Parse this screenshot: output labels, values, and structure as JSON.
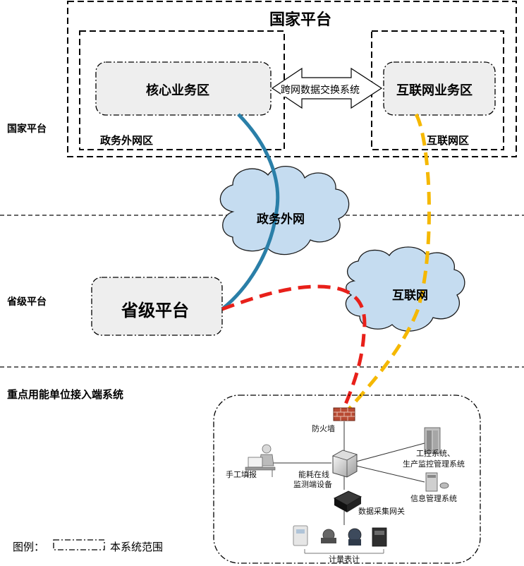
{
  "national": {
    "section_label": "国家平台",
    "box_title": "国家平台",
    "core_zone": "核心业务区",
    "gov_extranet_zone": "政务外网区",
    "internet_zone": "互联网业务区",
    "internet_area": "互联网区",
    "exchange_system": "跨网数据交换系统"
  },
  "networks": {
    "gov_extranet": "政务外网",
    "internet": "互联网"
  },
  "provincial": {
    "section_label": "省级平台",
    "box": "省级平台"
  },
  "enterprise": {
    "section_label": "重点用能单位接入端系统",
    "firewall": "防火墙",
    "manual_entry": "手工填报",
    "monitor_device_line1": "能耗在线",
    "monitor_device_line2": "监测端设备",
    "ics_line1": "工控系统、",
    "ics_line2": "生产监控管理系统",
    "info_system": "信息管理系统",
    "gateway": "数据采集网关",
    "meters": "计量表计"
  },
  "legend": {
    "prefix": "图例：",
    "label": "本系统范围"
  },
  "colors": {
    "gov_link": "#2a7fa8",
    "internet_link": "#f5b800",
    "provincial_link": "#e8201a",
    "cloud_fill": "#c5dcf0",
    "zone_fill": "#eeeeee"
  }
}
